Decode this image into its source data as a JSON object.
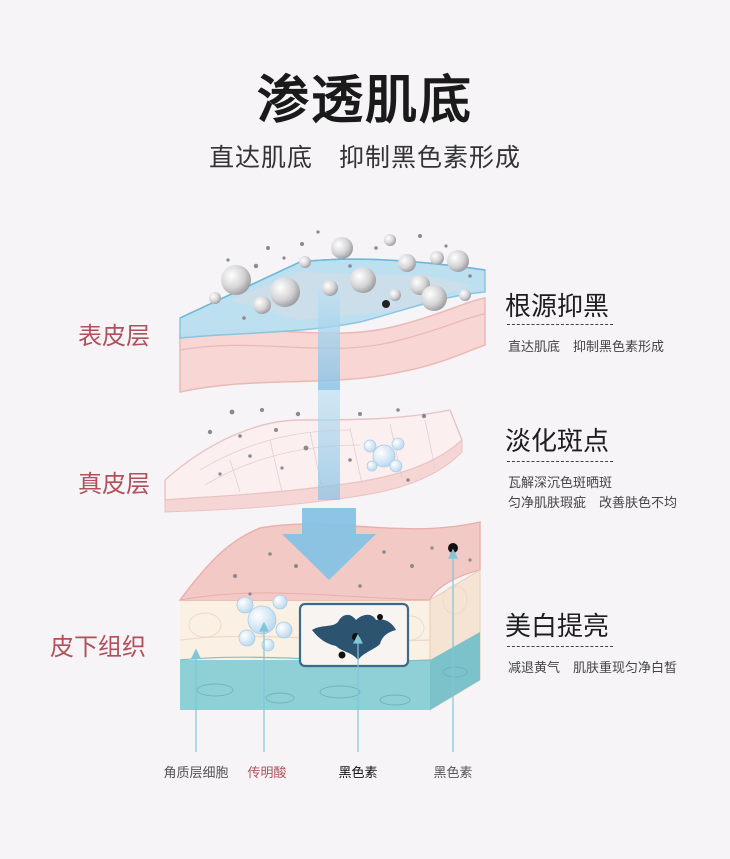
{
  "title": "渗透肌底",
  "subtitle": "直达肌底　抑制黑色素形成",
  "layers": {
    "epidermis": "表皮层",
    "dermis": "真皮层",
    "subcutaneous": "皮下组织"
  },
  "features": [
    {
      "title": "根源抑黑",
      "desc": [
        "直达肌底　抑制黑色素形成"
      ]
    },
    {
      "title": "淡化斑点",
      "desc": [
        "瓦解深沉色斑晒斑",
        "匀净肌肤瑕疵　改善肤色不均"
      ]
    },
    {
      "title": "美白提亮",
      "desc": [
        "减退黄气　肌肤重现匀净白皙"
      ]
    }
  ],
  "bottom_labels": {
    "keratinocyte": "角质层细胞",
    "tranexamic": "传明酸",
    "melanin_center": "黑色素",
    "melanin_right": "黑色素"
  },
  "colors": {
    "layer_label": "#b0505a",
    "tranexamic_label": "#b0505a",
    "skin_pink": "#f3c9c6",
    "skin_cream": "#fbf0e4",
    "blue_base": "#8fd0d6",
    "arrow_blue": "#a5d2ea",
    "melanin": "#2c5470"
  }
}
